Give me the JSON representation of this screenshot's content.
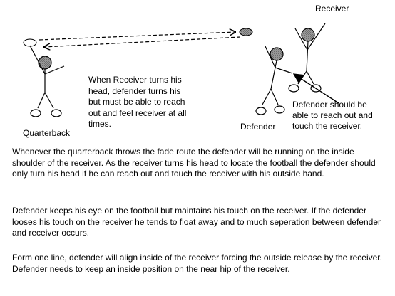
{
  "labels": {
    "receiver": "Receiver",
    "quarterback": "Quarterback",
    "defender": "Defender",
    "defender_note": [
      "Defender should be",
      "able to reach out and",
      "touch the receiver."
    ]
  },
  "callout": [
    "When Receiver turns his",
    "head, defender turns his",
    "but must be able to reach",
    "out and feel receiver at all",
    "times."
  ],
  "paragraphs": [
    "Whenever the quarterback throws the fade route the defender will be running on the inside shoulder of the receiver.  As the receiver turns his head to locate the football the defender should only turn his head if he can reach out and touch the receiver with his outside hand.",
    "Defender keeps his eye on the football but maintains his touch on the receiver.  If the defender looses his touch on the receiver he tends to float away and to much seperation between defender and receiver occurs.",
    "Form one line, defender will align inside of the receiver forcing the outside release by the receiver.  Defender needs to keep an inside position on the near hip of the receiver."
  ],
  "colors": {
    "head_fill": "#9a9a9a",
    "ink": "#000000"
  }
}
